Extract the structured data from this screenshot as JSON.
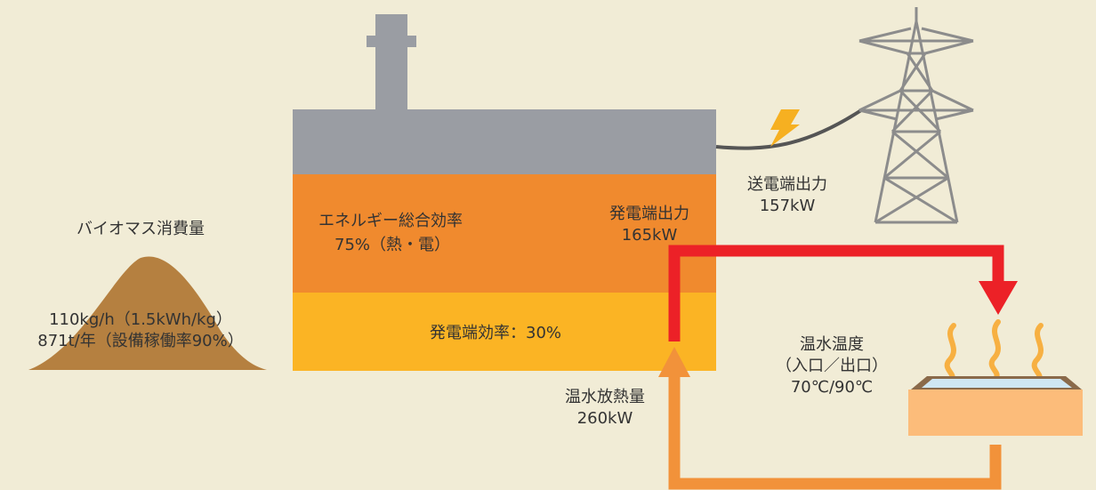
{
  "colors": {
    "background": "#f1ecd6",
    "plant_gray": "#9a9da3",
    "plant_orange": "#f08a2e",
    "plant_yellow": "#fbb424",
    "biomass": "#b58040",
    "hot_pipe": "#ec2127",
    "cold_pipe": "#f2923a",
    "lightning": "#f6b021",
    "tower": "#8c8c8c",
    "tank": "#fcbc7a",
    "steam": "#f7b042"
  },
  "icons": [
    "biomass-pile-icon",
    "power-plant-icon",
    "lightning-icon",
    "transmission-tower-icon",
    "hot-water-tank-icon",
    "steam-icon"
  ],
  "biomass": {
    "title": "バイオマス消費量",
    "line1": "110kg/h（1.5kWh/kg）",
    "line2": "871t/年（設備稼働率90%）"
  },
  "plant": {
    "total_efficiency_label": "エネルギー総合効率",
    "total_efficiency_value": "75%（熱・電）",
    "gen_output_label": "発電端出力",
    "gen_output_value": "165kW",
    "gen_efficiency": "発電端効率：30%"
  },
  "transmission": {
    "label": "送電端出力",
    "value": "157kW"
  },
  "heat_release": {
    "label": "温水放熱量",
    "value": "260kW"
  },
  "water_temp": {
    "label": "温水温度",
    "sub": "（入口／出口）",
    "value": "70℃/90℃"
  }
}
